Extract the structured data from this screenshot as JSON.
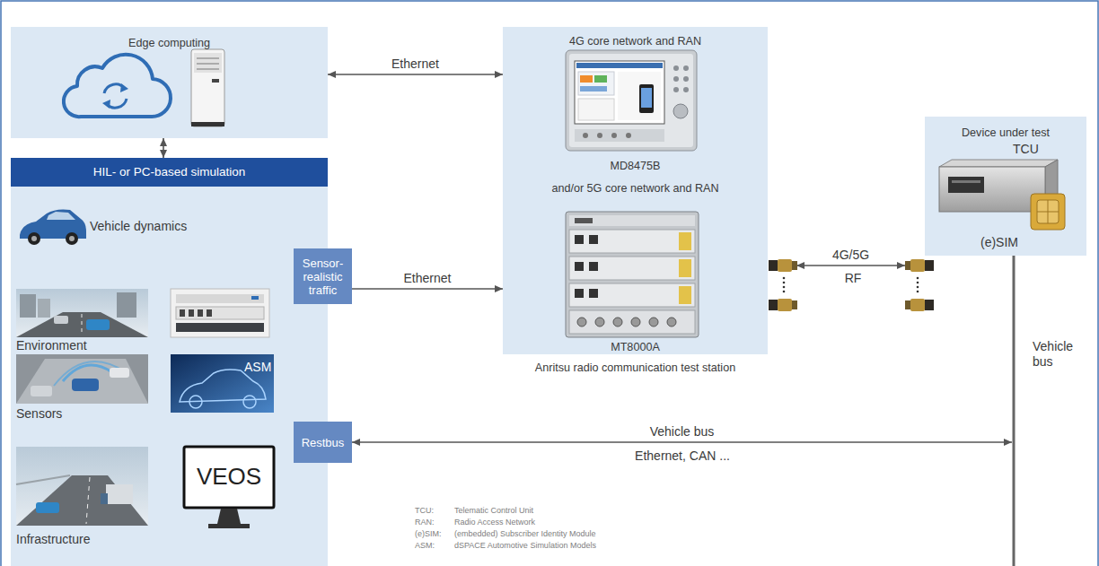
{
  "diagram": {
    "nodes": [
      {
        "text": [
          "Edge computing"
        ]
      },
      {
        "text": [
          "4G core network and RAN",
          "MD8475B",
          "and/or 5G core network and RAN",
          "MT8000A",
          "Anritsu radio communication test station"
        ]
      },
      {
        "text": [
          "Device under test",
          "TCU",
          "(e)SIM"
        ]
      },
      {
        "text": [
          "HIL- or PC-based simulation"
        ]
      },
      {
        "text": [
          "Sensor-realistic traffic"
        ]
      },
      {
        "text": [
          "Restbus"
        ]
      }
    ],
    "edges": [
      {
        "from": 0,
        "to": 1,
        "label": "Ethernet",
        "arrow": "both"
      },
      {
        "from": 0,
        "to": 3,
        "arrow": "both"
      },
      {
        "from": 4,
        "to": 1,
        "label": "Ethernet",
        "arrow": "to"
      },
      {
        "from": 1,
        "to": 2,
        "label": "4G/5G",
        "arrow": "both"
      },
      {
        "from": 5,
        "to": 2,
        "label": "Vehicle bus",
        "arrow": "both"
      }
    ],
    "labels": [
      "Vehicle dynamics",
      "Environment",
      "Sensors",
      "ASM",
      "Infrastructure",
      "VEOS",
      "RF",
      "Ethernet, CAN ...",
      "Vehicle bus",
      "TCU:",
      "Telematic Control Unit",
      "RAN:",
      "Radio Access Network",
      "(e)SIM:",
      "(embedded) Subscriber Identity Module",
      "ASM:",
      "dSPACE Automotive Simulation Models"
    ]
  }
}
